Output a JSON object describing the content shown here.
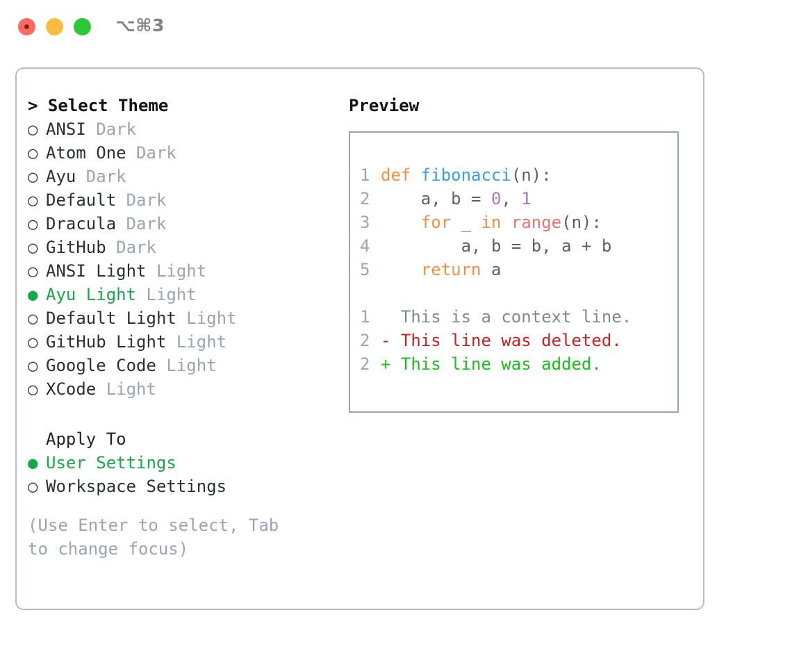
{
  "titlebar": {
    "shortcut": "⌥⌘3",
    "buttons": [
      "close",
      "minimize",
      "zoom"
    ]
  },
  "theme_panel": {
    "header": "> Select Theme",
    "items": [
      {
        "bullet": "○",
        "name": "ANSI",
        "tag": "Dark",
        "selected": false
      },
      {
        "bullet": "○",
        "name": "Atom One",
        "tag": "Dark",
        "selected": false
      },
      {
        "bullet": "○",
        "name": "Ayu",
        "tag": "Dark",
        "selected": false
      },
      {
        "bullet": "○",
        "name": "Default",
        "tag": "Dark",
        "selected": false
      },
      {
        "bullet": "○",
        "name": "Dracula",
        "tag": "Dark",
        "selected": false
      },
      {
        "bullet": "○",
        "name": "GitHub",
        "tag": "Dark",
        "selected": false
      },
      {
        "bullet": "○",
        "name": "ANSI Light",
        "tag": "Light",
        "selected": false
      },
      {
        "bullet": "●",
        "name": "Ayu Light",
        "tag": "Light",
        "selected": true
      },
      {
        "bullet": "○",
        "name": "Default Light",
        "tag": "Light",
        "selected": false
      },
      {
        "bullet": "○",
        "name": "GitHub Light",
        "tag": "Light",
        "selected": false
      },
      {
        "bullet": "○",
        "name": "Google Code",
        "tag": "Light",
        "selected": false
      },
      {
        "bullet": "○",
        "name": "XCode",
        "tag": "Light",
        "selected": false
      }
    ]
  },
  "apply_to": {
    "header": "Apply To",
    "items": [
      {
        "bullet": "●",
        "name": "User Settings",
        "selected": true
      },
      {
        "bullet": "○",
        "name": "Workspace Settings",
        "selected": false
      }
    ]
  },
  "hint": "(Use Enter to select, Tab to change focus)",
  "preview": {
    "title": "Preview",
    "code_lines": [
      {
        "num": "1",
        "tokens": [
          {
            "text": "def ",
            "type": "kw"
          },
          {
            "text": "fibonacci",
            "type": "fn"
          },
          {
            "text": "(n):",
            "type": "plain"
          }
        ]
      },
      {
        "num": "2",
        "tokens": [
          {
            "text": "    a, b = ",
            "type": "plain"
          },
          {
            "text": "0",
            "type": "num"
          },
          {
            "text": ", ",
            "type": "plain"
          },
          {
            "text": "1",
            "type": "num"
          }
        ]
      },
      {
        "num": "3",
        "tokens": [
          {
            "text": "    ",
            "type": "plain"
          },
          {
            "text": "for",
            "type": "kw"
          },
          {
            "text": " _ ",
            "type": "plain"
          },
          {
            "text": "in",
            "type": "kw"
          },
          {
            "text": " ",
            "type": "plain"
          },
          {
            "text": "range",
            "type": "builtin"
          },
          {
            "text": "(n):",
            "type": "plain"
          }
        ]
      },
      {
        "num": "4",
        "tokens": [
          {
            "text": "        a, b = b, a + b",
            "type": "plain"
          }
        ]
      },
      {
        "num": "5",
        "tokens": [
          {
            "text": "    ",
            "type": "plain"
          },
          {
            "text": "return",
            "type": "kw"
          },
          {
            "text": " a",
            "type": "plain"
          }
        ]
      }
    ],
    "diff_lines": [
      {
        "num": "1",
        "prefix": "  ",
        "text": "This is a context line.",
        "kind": "context"
      },
      {
        "num": "2",
        "prefix": "- ",
        "text": "This line was deleted.",
        "kind": "deleted"
      },
      {
        "num": "2",
        "prefix": "+ ",
        "text": "This line was added.",
        "kind": "added"
      }
    ]
  },
  "colors": {
    "accent_green": "#16a94a",
    "muted": "#9aa5b4",
    "keyword": "#fa8d3e",
    "function": "#399ee6",
    "number": "#a37acc",
    "builtin": "#f07171",
    "diff_added": "#17c117",
    "diff_deleted": "#cc1f1f",
    "border": "#b3bcc8"
  }
}
